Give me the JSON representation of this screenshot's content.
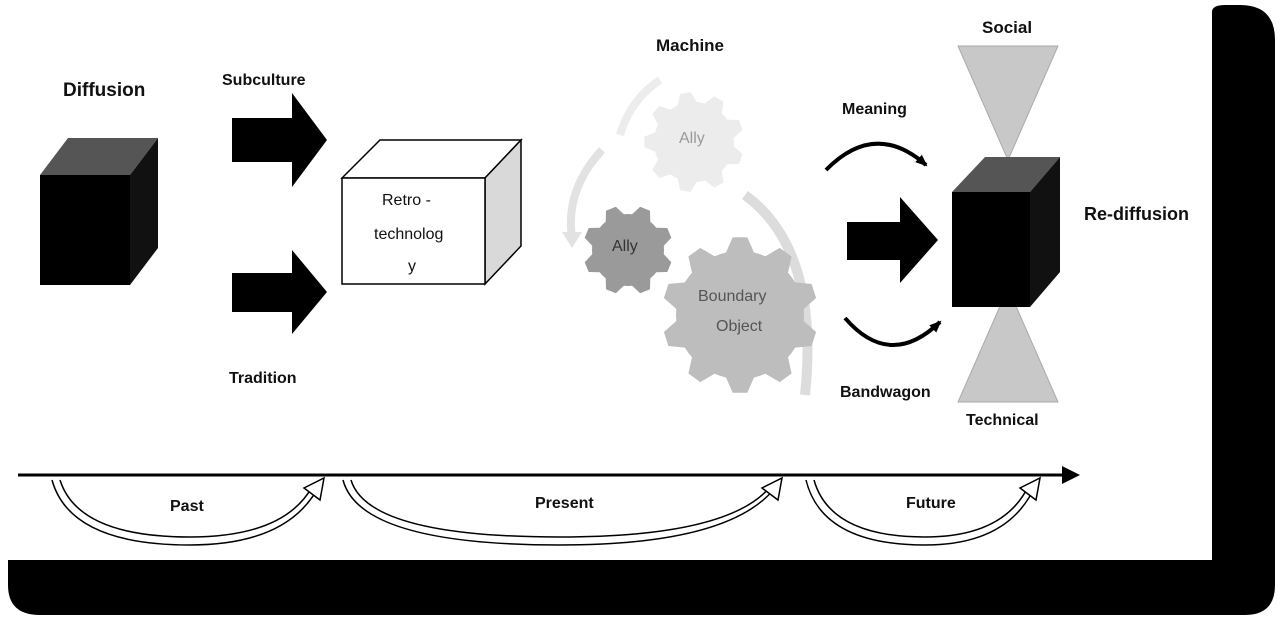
{
  "labels": {
    "diffusion": "Diffusion",
    "subculture": "Subculture",
    "tradition": "Tradition",
    "retro_line1": "Retro -",
    "retro_line2": "technolog",
    "retro_line3": "y",
    "machine": "Machine",
    "ally_top": "Ally",
    "ally_left": "Ally",
    "boundary_line1": "Boundary",
    "boundary_line2": "Object",
    "meaning": "Meaning",
    "bandwagon": "Bandwagon",
    "social": "Social",
    "technical": "Technical",
    "rediffusion": "Re-diffusion",
    "past": "Past",
    "present": "Present",
    "future": "Future"
  },
  "colors": {
    "frame_shadow": "#000000",
    "cube_front": "#000000",
    "cube_top": "#555555",
    "gear_light": "#ececec",
    "gear_mid": "#9a9a9a",
    "gear_big": "#bdbdbd",
    "cone": "#c8c8c8"
  }
}
